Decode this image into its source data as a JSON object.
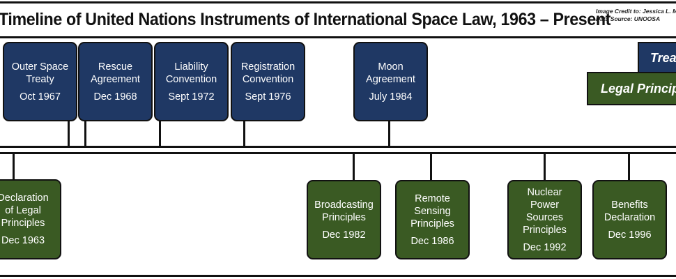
{
  "header": {
    "title": "Timeline of United Nations Instruments of International Space Law, 1963 – Present",
    "credit_line1": "Image Credit to: Jessica L. M",
    "credit_line2": "Data Source: UNOOSA"
  },
  "legend": {
    "treaties_label": "Treaties",
    "principles_label": "Legal Principles"
  },
  "colors": {
    "treaty": "#1f3864",
    "principle": "#3a5a23"
  },
  "treaties": [
    {
      "name": "Outer Space\nTreaty",
      "date": "Oct 1967"
    },
    {
      "name": "Rescue\nAgreement",
      "date": "Dec 1968"
    },
    {
      "name": "Liability\nConvention",
      "date": "Sept 1972"
    },
    {
      "name": "Registration\nConvention",
      "date": "Sept 1976"
    },
    {
      "name": "Moon\nAgreement",
      "date": "July 1984"
    }
  ],
  "principles": [
    {
      "name": "Declaration\nof Legal\nPrinciples",
      "date": "Dec 1963"
    },
    {
      "name": "Broadcasting\nPrinciples",
      "date": "Dec 1982"
    },
    {
      "name": "Remote\nSensing\nPrinciples",
      "date": "Dec 1986"
    },
    {
      "name": "Nuclear\nPower\nSources\nPrinciples",
      "date": "Dec 1992"
    },
    {
      "name": "Benefits\nDeclaration",
      "date": "Dec 1996"
    }
  ]
}
